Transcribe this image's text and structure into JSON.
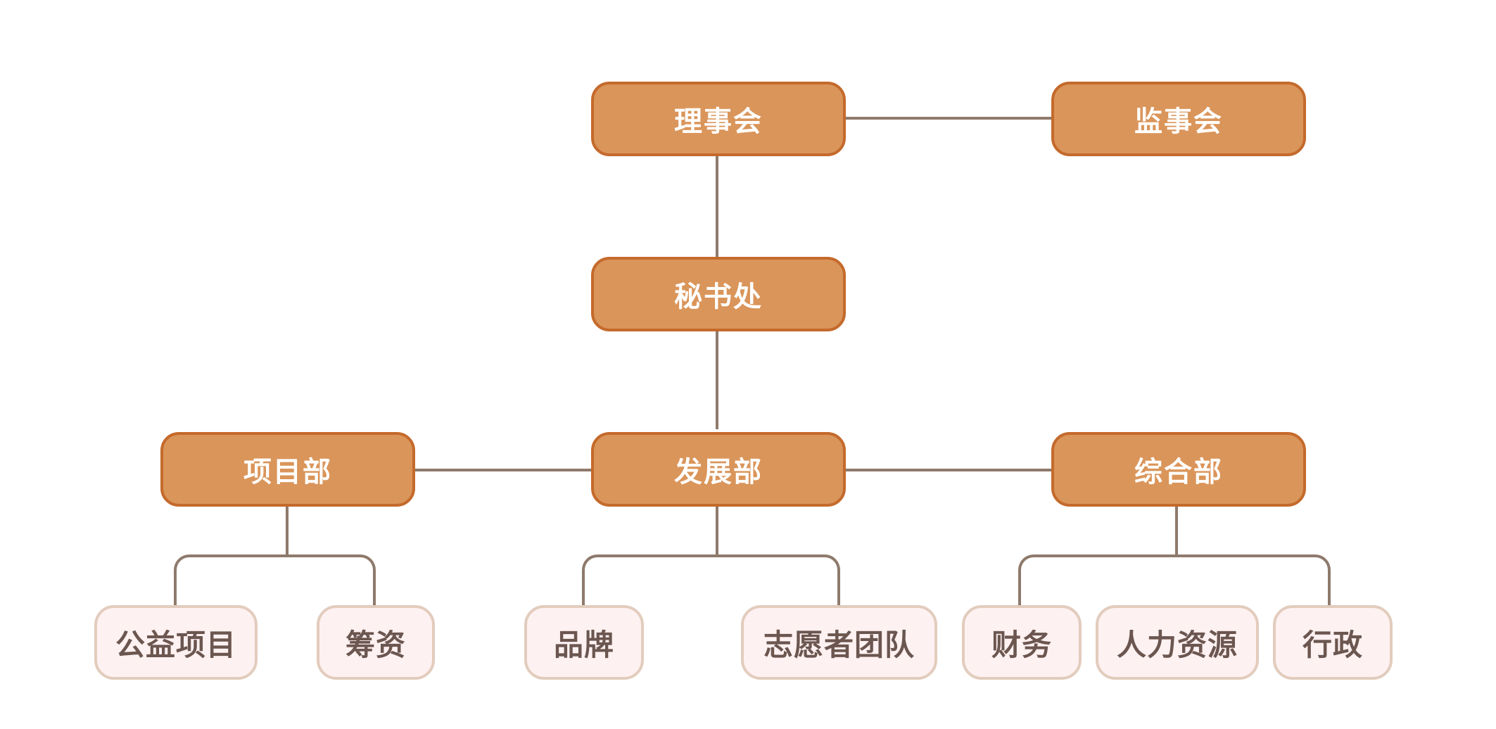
{
  "org_chart": {
    "board": "理事会",
    "supervisors": "监事会",
    "secretariat": "秘书处",
    "departments": {
      "projects": {
        "label": "项目部",
        "children": [
          "公益项目",
          "筹资"
        ]
      },
      "development": {
        "label": "发展部",
        "children": [
          "品牌",
          "志愿者团队"
        ]
      },
      "general": {
        "label": "综合部",
        "children": [
          "财务",
          "人力资源",
          "行政"
        ]
      }
    }
  },
  "colors": {
    "primary_fill": "#da955a",
    "primary_border": "#c46a2c",
    "primary_text": "#ffffff",
    "secondary_fill": "#fef1f1",
    "secondary_border": "#e2ccbd",
    "secondary_text": "#6b5650",
    "connector": "#8e7a6c"
  }
}
